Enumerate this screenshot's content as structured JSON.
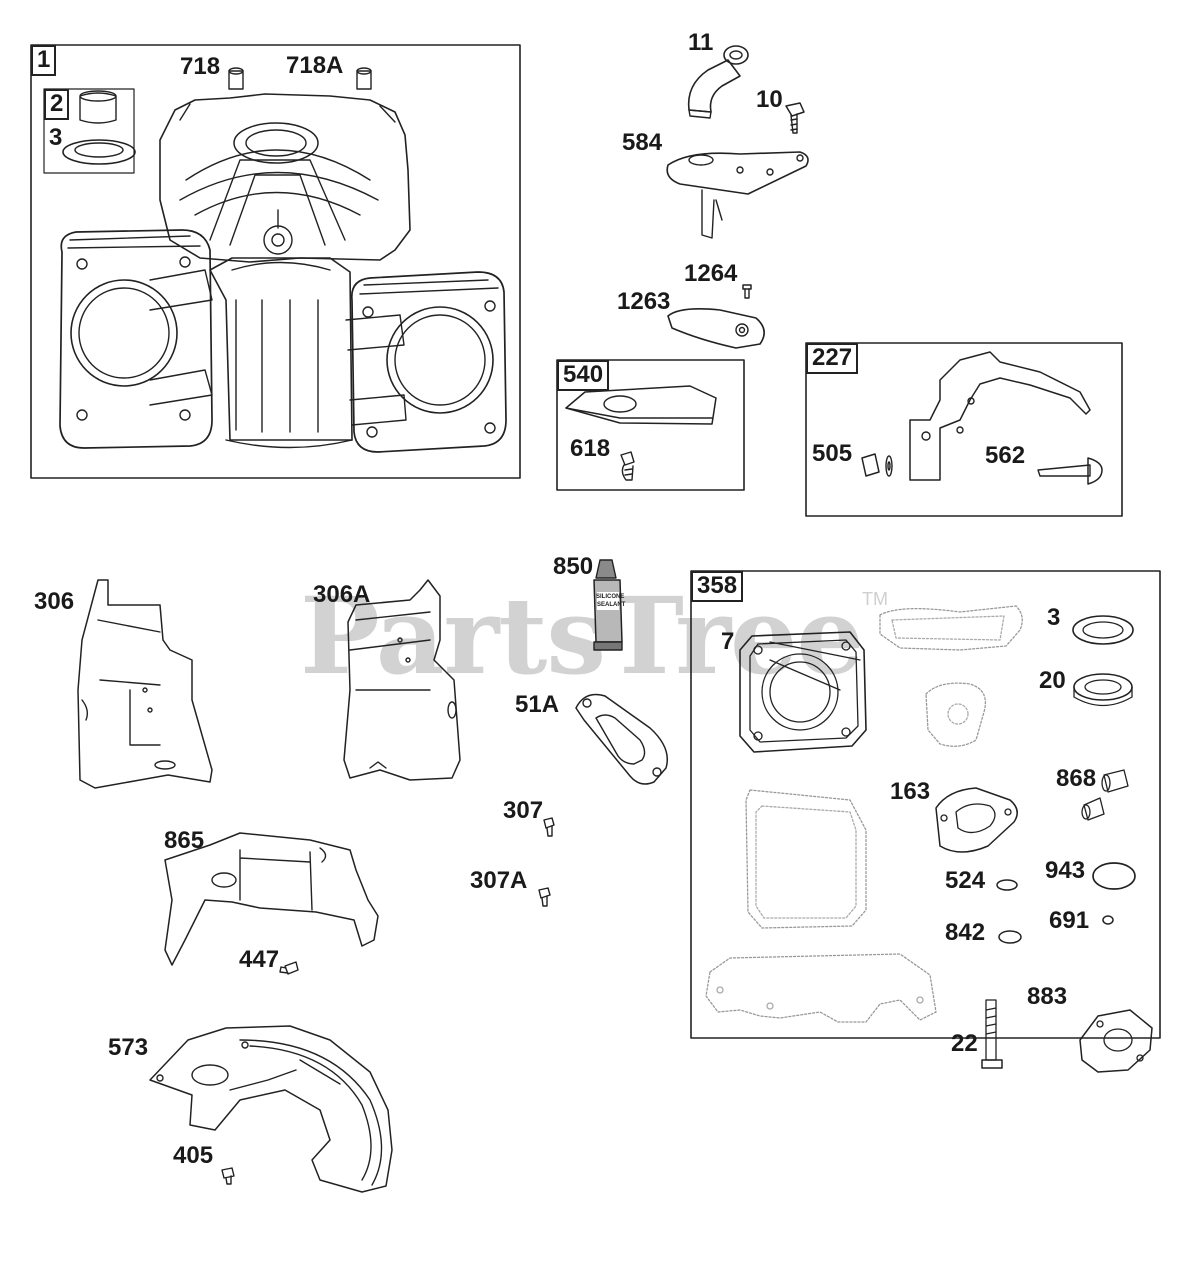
{
  "watermark": {
    "text": "PartsTree",
    "tm": "TM"
  },
  "groups": {
    "g1": "1",
    "g540": "540",
    "g227": "227",
    "g358": "358"
  },
  "parts": {
    "p2": "2",
    "p3a": "3",
    "p718": "718",
    "p718a": "718A",
    "p11": "11",
    "p10": "10",
    "p584": "584",
    "p1264": "1264",
    "p1263": "1263",
    "p618": "618",
    "p505": "505",
    "p562": "562",
    "p306": "306",
    "p306a": "306A",
    "p850": "850",
    "p51a": "51A",
    "p307": "307",
    "p307a": "307A",
    "p865": "865",
    "p447": "447",
    "p573": "573",
    "p405": "405",
    "p7": "7",
    "p3b": "3",
    "p20": "20",
    "p163": "163",
    "p868": "868",
    "p524": "524",
    "p943": "943",
    "p842": "842",
    "p691": "691",
    "p883": "883",
    "p22": "22"
  },
  "tube_label": [
    "SILICONE",
    "SEALANT"
  ]
}
